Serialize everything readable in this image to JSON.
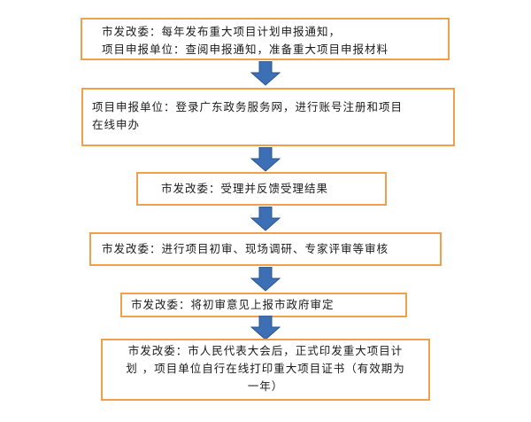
{
  "steps": [
    {
      "lines": [
        "市发改委：每年发布重大项目计划申报通知，",
        "项目申报单位：查阅申报通知，准备重大项目申报材料"
      ]
    },
    {
      "lines": [
        "项目申报单位：登录广东政务服务网，进行账号注册和项目",
        "在线申办"
      ]
    },
    {
      "lines": [
        "市发改委：受理并反馈受理结果"
      ]
    },
    {
      "lines": [
        "市发改委：进行项目初审、现场调研、专家评审等审核"
      ]
    },
    {
      "lines": [
        "市发改委：将初审意见上报市政府审定"
      ]
    },
    {
      "lines": [
        "市发改委：市人民代表大会后，正式印发重大项目计",
        "划 ，项目单位自行在线打印重大项目证书（有效期为",
        "一年）"
      ]
    }
  ],
  "colors": {
    "box_border": "#f0a04a",
    "arrow_fill": "#3d6fb5",
    "arrow_stroke": "#2b5591"
  }
}
